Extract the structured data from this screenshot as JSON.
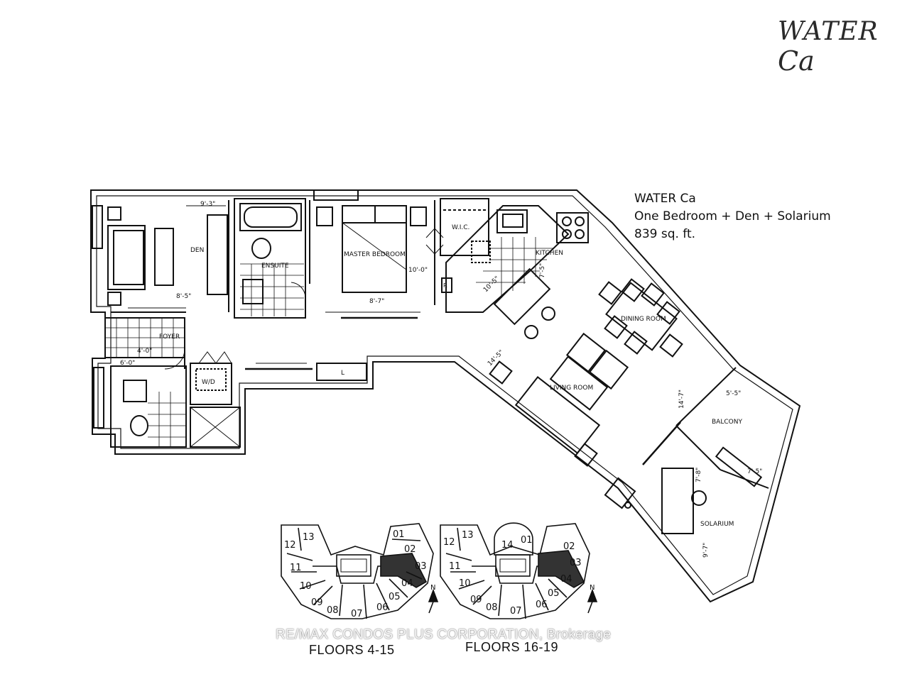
{
  "handwritten_note": [
    "WATER",
    "Ca"
  ],
  "title": {
    "name": "WATER Ca",
    "unit_type": "One Bedroom + Den + Solarium",
    "area": "839 sq. ft."
  },
  "rooms": {
    "den": "DEN",
    "ensuite": "ENSUITE",
    "master_bedroom": "MASTER BEDROOM",
    "wic": "W.I.C.",
    "kitchen": "KITCHEN",
    "dining_room": "DINING ROOM",
    "living_room": "LIVING ROOM",
    "foyer": "FOYER",
    "balcony": "BALCONY",
    "solarium": "SOLARIUM",
    "washer_dryer": "W/D",
    "linen": "L",
    "pantry": "P."
  },
  "dimensions": {
    "den_width": "9'-3\"",
    "den_depth": "8'-5\"",
    "bedroom_depth": "10'-0\"",
    "bedroom_width": "8'-7\"",
    "foyer_a": "4'-0\"",
    "foyer_b": "6'-0\"",
    "kitchen_a": "7'-5\"",
    "kitchen_b": "10'-5\"",
    "living_a": "14'-5\"",
    "living_b": "14'-7\"",
    "balcony_a": "5'-5\"",
    "balcony_b": "7'-5\"",
    "solarium_a": "7'-8\"",
    "solarium_b": "9'-7\""
  },
  "key_plans": [
    {
      "caption": "FLOORS 4-15",
      "units": [
        "01",
        "02",
        "03",
        "04",
        "05",
        "06",
        "07",
        "08",
        "09",
        "10",
        "11",
        "12",
        "13"
      ],
      "north": "N"
    },
    {
      "caption": "FLOORS 16-19",
      "units": [
        "01",
        "02",
        "03",
        "04",
        "05",
        "06",
        "07",
        "08",
        "09",
        "10",
        "11",
        "12",
        "13",
        "14"
      ],
      "north": "N"
    }
  ],
  "watermark": "RE/MAX CONDOS PLUS CORPORATION, Brokerage"
}
